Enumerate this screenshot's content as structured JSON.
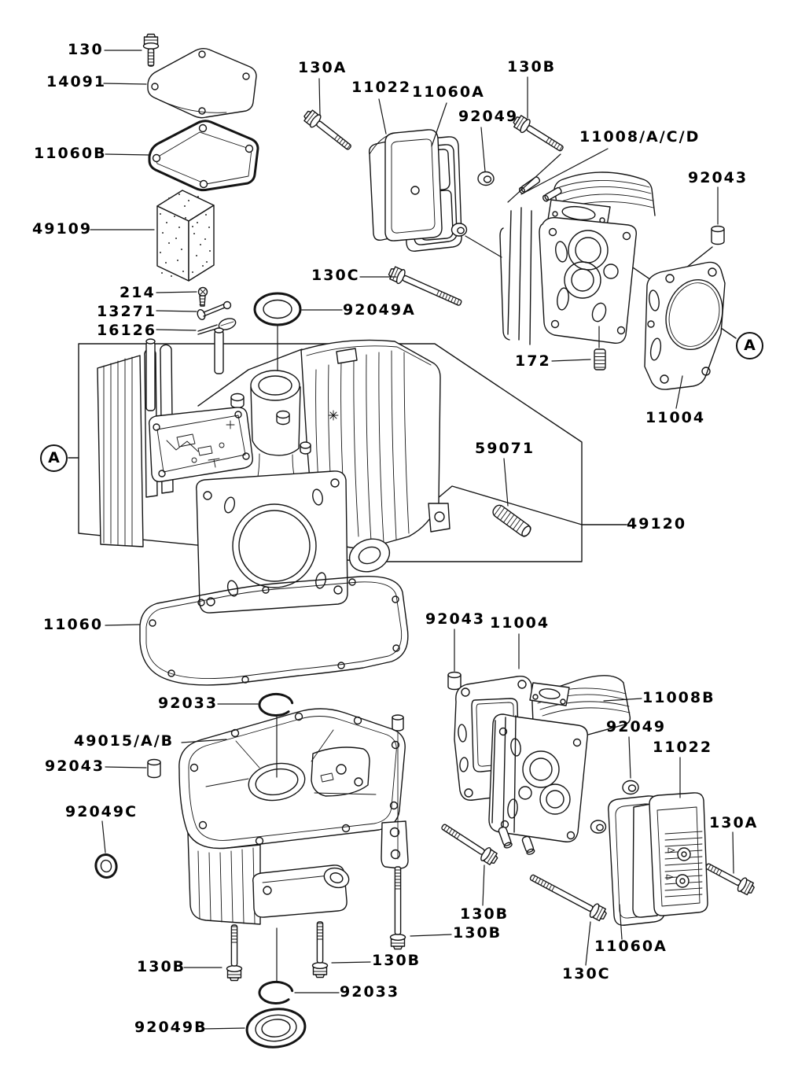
{
  "diagram": {
    "background_color": "#ffffff",
    "line_color": "#141414",
    "labels": [
      {
        "id": "130",
        "text": "130"
      },
      {
        "id": "14091",
        "text": "14091"
      },
      {
        "id": "11060B",
        "text": "11060B"
      },
      {
        "id": "49109",
        "text": "49109"
      },
      {
        "id": "130A-top",
        "text": "130A"
      },
      {
        "id": "11022-top",
        "text": "11022"
      },
      {
        "id": "11060A-top",
        "text": "11060A"
      },
      {
        "id": "92049-top",
        "text": "92049"
      },
      {
        "id": "130B-top",
        "text": "130B"
      },
      {
        "id": "11008",
        "text": "11008/A/C/D"
      },
      {
        "id": "92043-top",
        "text": "92043"
      },
      {
        "id": "130C-top",
        "text": "130C"
      },
      {
        "id": "92049A",
        "text": "92049A"
      },
      {
        "id": "214",
        "text": "214"
      },
      {
        "id": "13271",
        "text": "13271"
      },
      {
        "id": "16126",
        "text": "16126"
      },
      {
        "id": "172",
        "text": "172"
      },
      {
        "id": "11004-top",
        "text": "11004"
      },
      {
        "id": "59071",
        "text": "59071"
      },
      {
        "id": "49120",
        "text": "49120"
      },
      {
        "id": "11060",
        "text": "11060"
      },
      {
        "id": "92033-top",
        "text": "92033"
      },
      {
        "id": "49015",
        "text": "49015/A/B"
      },
      {
        "id": "92043-left",
        "text": "92043"
      },
      {
        "id": "92049C",
        "text": "92049C"
      },
      {
        "id": "92043-mid",
        "text": "92043"
      },
      {
        "id": "11004-bottom",
        "text": "11004"
      },
      {
        "id": "11008B",
        "text": "11008B"
      },
      {
        "id": "92049-bottom",
        "text": "92049"
      },
      {
        "id": "11022-bottom",
        "text": "11022"
      },
      {
        "id": "130A-bottom",
        "text": "130A"
      },
      {
        "id": "130B-right-1",
        "text": "130B"
      },
      {
        "id": "130B-right-2",
        "text": "130B"
      },
      {
        "id": "130B-bottom-left",
        "text": "130B"
      },
      {
        "id": "130B-bottom-mid",
        "text": "130B"
      },
      {
        "id": "92033-bottom",
        "text": "92033"
      },
      {
        "id": "92049B",
        "text": "92049B"
      },
      {
        "id": "11060A-bottom",
        "text": "11060A"
      },
      {
        "id": "130C-bottom",
        "text": "130C"
      }
    ],
    "markers": [
      {
        "id": "view-a-left",
        "text": "A"
      },
      {
        "id": "view-a-right",
        "text": "A"
      }
    ]
  }
}
